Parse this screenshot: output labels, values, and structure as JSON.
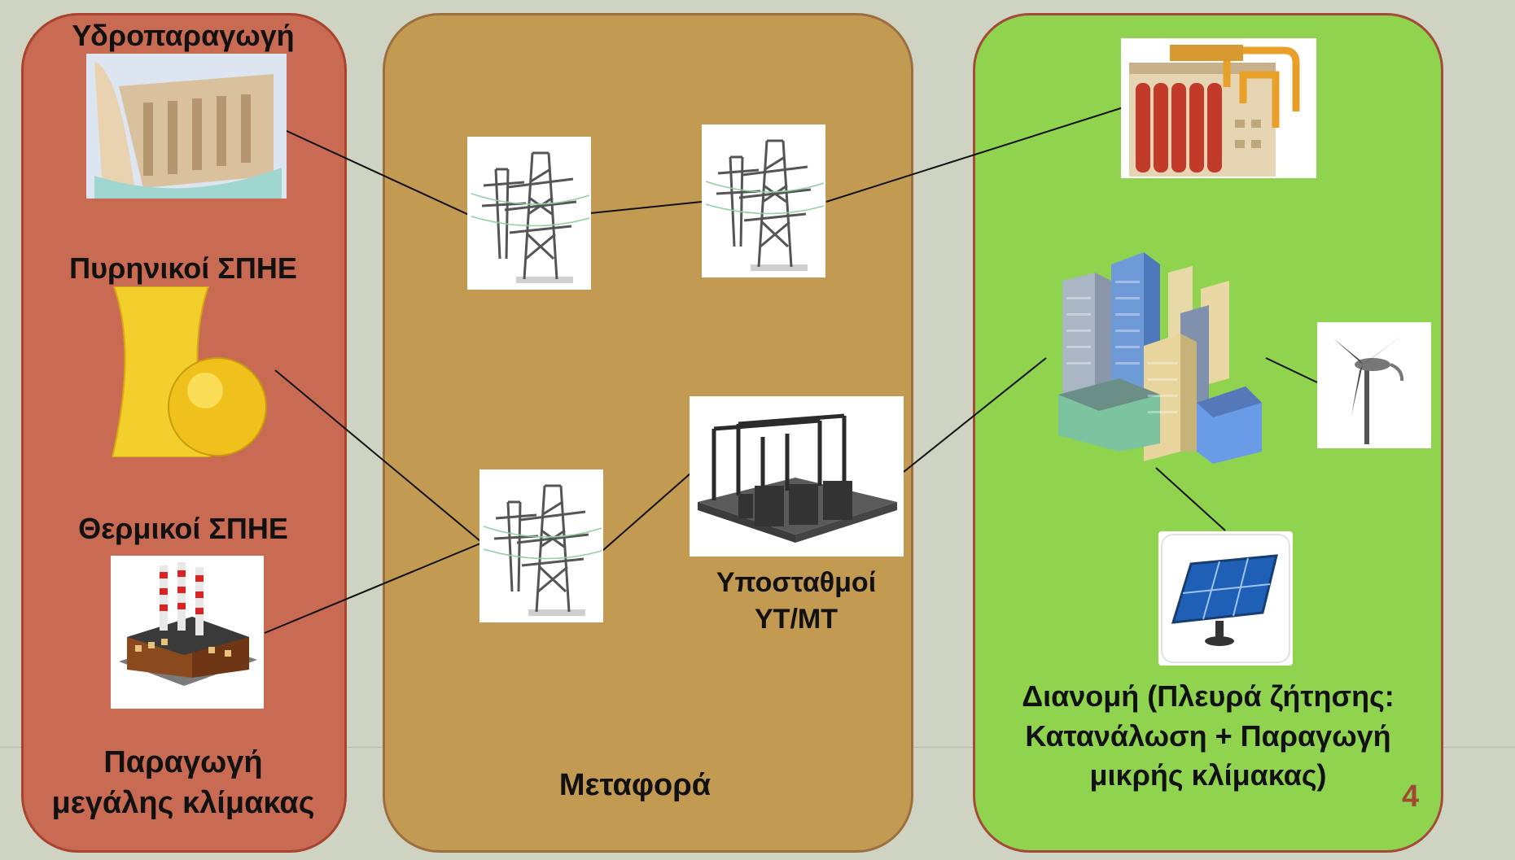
{
  "generation": {
    "hydro_label": "Υδροπαραγωγή",
    "nuclear_label": "Πυρηνικοί ΣΠΗΕ",
    "thermal_label": "Θερμικοί ΣΠΗΕ",
    "section_label_line1": "Παραγωγή",
    "section_label_line2": "μεγάλης κλίμακας"
  },
  "transmission": {
    "substation_label_line1": "Υποσταθμοί",
    "substation_label_line2": "ΥΤ/ΜΤ",
    "section_label": "Μεταφορά"
  },
  "distribution": {
    "section_label_line1": "Διανομή (Πλευρά ζήτησης:",
    "section_label_line2": "Κατανάλωση + Παραγωγή",
    "section_label_line3": "μικρής κλίμακας)"
  },
  "page_number": "4",
  "colors": {
    "background": "#cfd3c2",
    "generation_panel": "#c96a52",
    "transmission_panel": "#c29a52",
    "distribution_panel": "#8fd34f",
    "page_number": "#a04a36"
  },
  "icons": [
    "hydro-dam-icon",
    "cooling-tower-icon",
    "thermal-plant-icon",
    "transmission-tower-icon",
    "substation-icon",
    "industrial-plant-icon",
    "city-buildings-icon",
    "wind-turbine-icon",
    "solar-panel-icon"
  ]
}
